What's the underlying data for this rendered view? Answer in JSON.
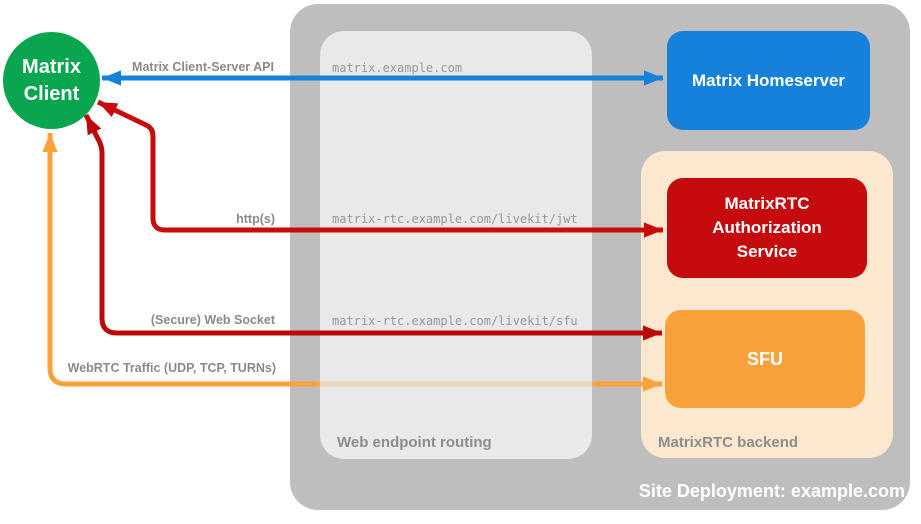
{
  "client": {
    "label": "Matrix Client",
    "color": "#0aa64f"
  },
  "deployment": {
    "label": "Site Deployment: example.com",
    "container_color": "#bebebe"
  },
  "routing_box": {
    "label": "Web endpoint routing",
    "color": "#e9e9e9"
  },
  "backend_box": {
    "label": "MatrixRTC backend",
    "color": "#fce8cf"
  },
  "nodes": {
    "homeserver": {
      "label": "Matrix Homeserver",
      "color": "#1681db"
    },
    "auth": {
      "label": "MatrixRTC Authorization Service",
      "color": "#c50b0e"
    },
    "sfu": {
      "label": "SFU",
      "color": "#f9a23c"
    }
  },
  "connections": {
    "client_server_api": {
      "protocol": "Matrix Client-Server API",
      "endpoint": "matrix.example.com",
      "color": "#1681db",
      "direction": "bidirectional"
    },
    "http_jwt": {
      "protocol": "http(s)",
      "endpoint": "matrix-rtc.example.com/livekit/jwt",
      "color": "#c90b0b",
      "direction": "bidirectional"
    },
    "websocket_sfu": {
      "protocol": "(Secure) Web Socket",
      "endpoint": "matrix-rtc.example.com/livekit/sfu",
      "color": "#bb0909",
      "direction": "bidirectional"
    },
    "webrtc": {
      "protocol": "WebRTC Traffic (UDP, TCP, TURNs)",
      "endpoint": "",
      "color": "#f9a23c",
      "direction": "bidirectional"
    }
  }
}
